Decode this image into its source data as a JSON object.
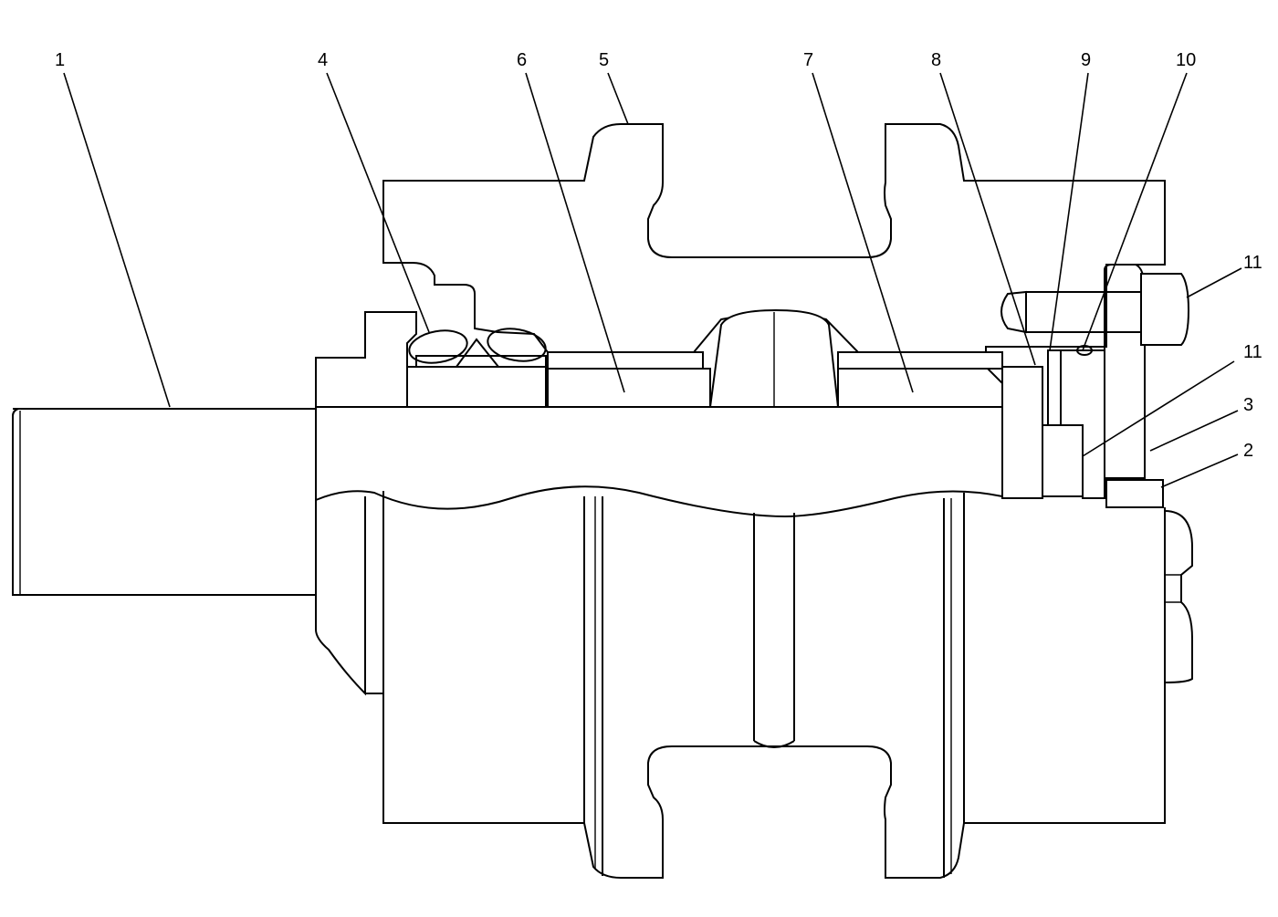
{
  "diagram": {
    "callouts": [
      {
        "id": "c1",
        "label": "1"
      },
      {
        "id": "c4",
        "label": "4"
      },
      {
        "id": "c6",
        "label": "6"
      },
      {
        "id": "c5",
        "label": "5"
      },
      {
        "id": "c7",
        "label": "7"
      },
      {
        "id": "c8",
        "label": "8"
      },
      {
        "id": "c9",
        "label": "9"
      },
      {
        "id": "c10",
        "label": "10"
      },
      {
        "id": "c11a",
        "label": "11"
      },
      {
        "id": "c11b",
        "label": "11"
      },
      {
        "id": "c3",
        "label": "3"
      },
      {
        "id": "c2",
        "label": "2"
      }
    ],
    "colors": {
      "line": "#000000",
      "background": "#ffffff"
    }
  }
}
